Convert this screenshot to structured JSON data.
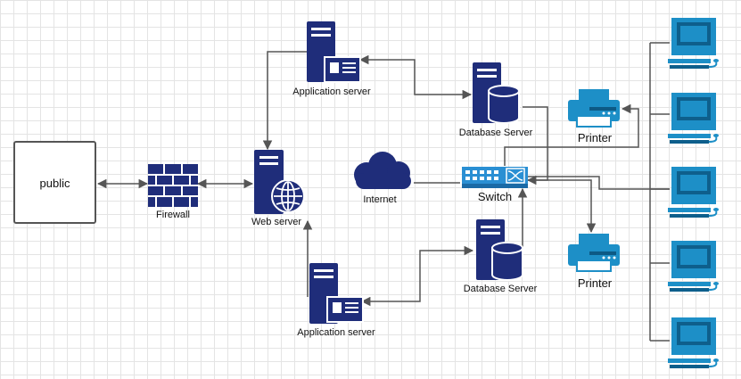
{
  "nodes": {
    "public": "public",
    "firewall": "Firewall",
    "web_server": "Web server",
    "app_server_top": "Application server",
    "app_server_bottom": "Application server",
    "db_server_top": "Database Server",
    "db_server_bottom": "Database Server",
    "internet": "Internet",
    "switch": "Switch",
    "printer_top": "Printer",
    "printer_bottom": "Printer"
  },
  "colors": {
    "server_navy": "#1f2d7a",
    "device_blue": "#1d8fc7",
    "switch_blue": "#2a8fd3",
    "connector": "#555555"
  },
  "icons": {
    "firewall": "brick-wall-icon",
    "server": "tower-server-icon",
    "database": "database-cylinder-icon",
    "cloud": "cloud-icon",
    "printer": "printer-icon",
    "workstation": "desktop-computer-icon",
    "globe": "globe-icon"
  }
}
